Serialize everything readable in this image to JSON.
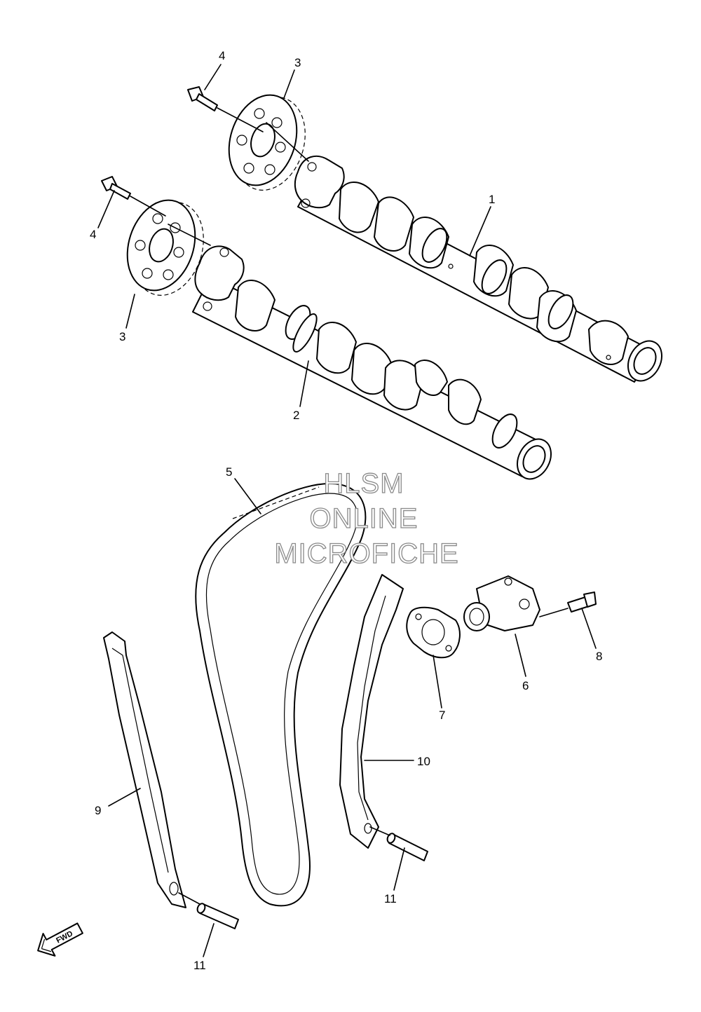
{
  "callouts": [
    {
      "id": "c1",
      "text": "1"
    },
    {
      "id": "c2",
      "text": "2"
    },
    {
      "id": "c3a",
      "text": "3"
    },
    {
      "id": "c3b",
      "text": "3"
    },
    {
      "id": "c4a",
      "text": "4"
    },
    {
      "id": "c4b",
      "text": "4"
    },
    {
      "id": "c5",
      "text": "5"
    },
    {
      "id": "c6",
      "text": "6"
    },
    {
      "id": "c7",
      "text": "7"
    },
    {
      "id": "c8",
      "text": "8"
    },
    {
      "id": "c9",
      "text": "9"
    },
    {
      "id": "c10",
      "text": "10"
    },
    {
      "id": "c11a",
      "text": "11"
    },
    {
      "id": "c11b",
      "text": "11"
    }
  ],
  "watermark": {
    "line1": "HLSM",
    "line2": "ONLINE",
    "line3": "MICROFICHE"
  },
  "fwd_arrow": {
    "label": "FWD"
  }
}
